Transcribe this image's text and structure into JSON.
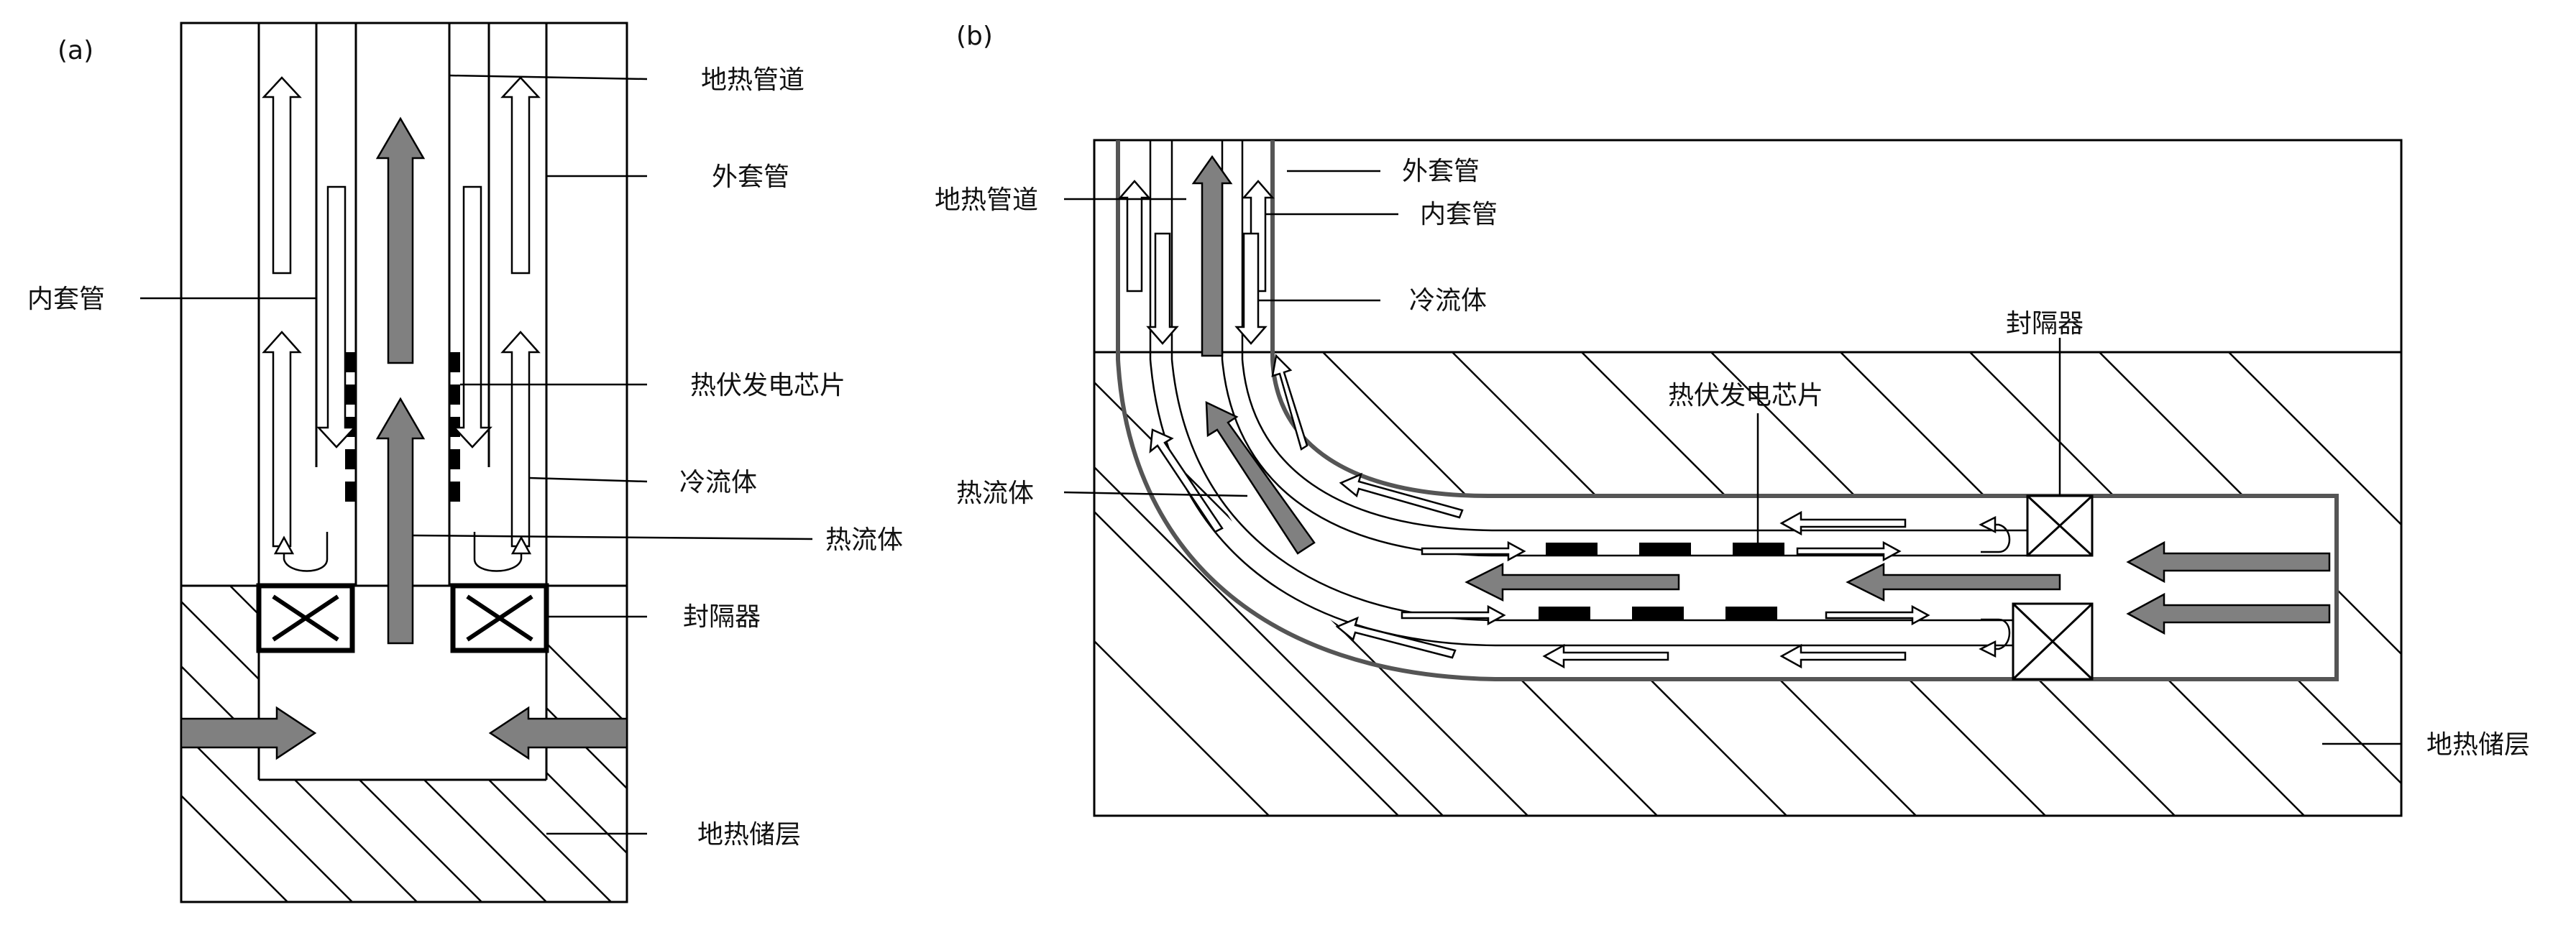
{
  "panels": {
    "a": {
      "tag": "(a)",
      "labels": {
        "geo_pipe": "地热管道",
        "outer_casing": "外套管",
        "inner_casing": "内套管",
        "chips": "热伏发电芯片",
        "cold_fluid": "冷流体",
        "hot_fluid": "热流体",
        "packer": "封隔器",
        "reservoir": "地热储层"
      }
    },
    "b": {
      "tag": "(b)",
      "labels": {
        "geo_pipe": "地热管道",
        "outer_casing": "外套管",
        "inner_casing": "内套管",
        "cold_fluid": "冷流体",
        "packer": "封隔器",
        "chips": "热伏发电芯片",
        "hot_fluid": "热流体",
        "reservoir": "地热储层"
      }
    }
  },
  "colors": {
    "hot_arrow": "#808080",
    "cold_arrow": "#ffffff",
    "chip": "#000000",
    "line": "#000000"
  }
}
